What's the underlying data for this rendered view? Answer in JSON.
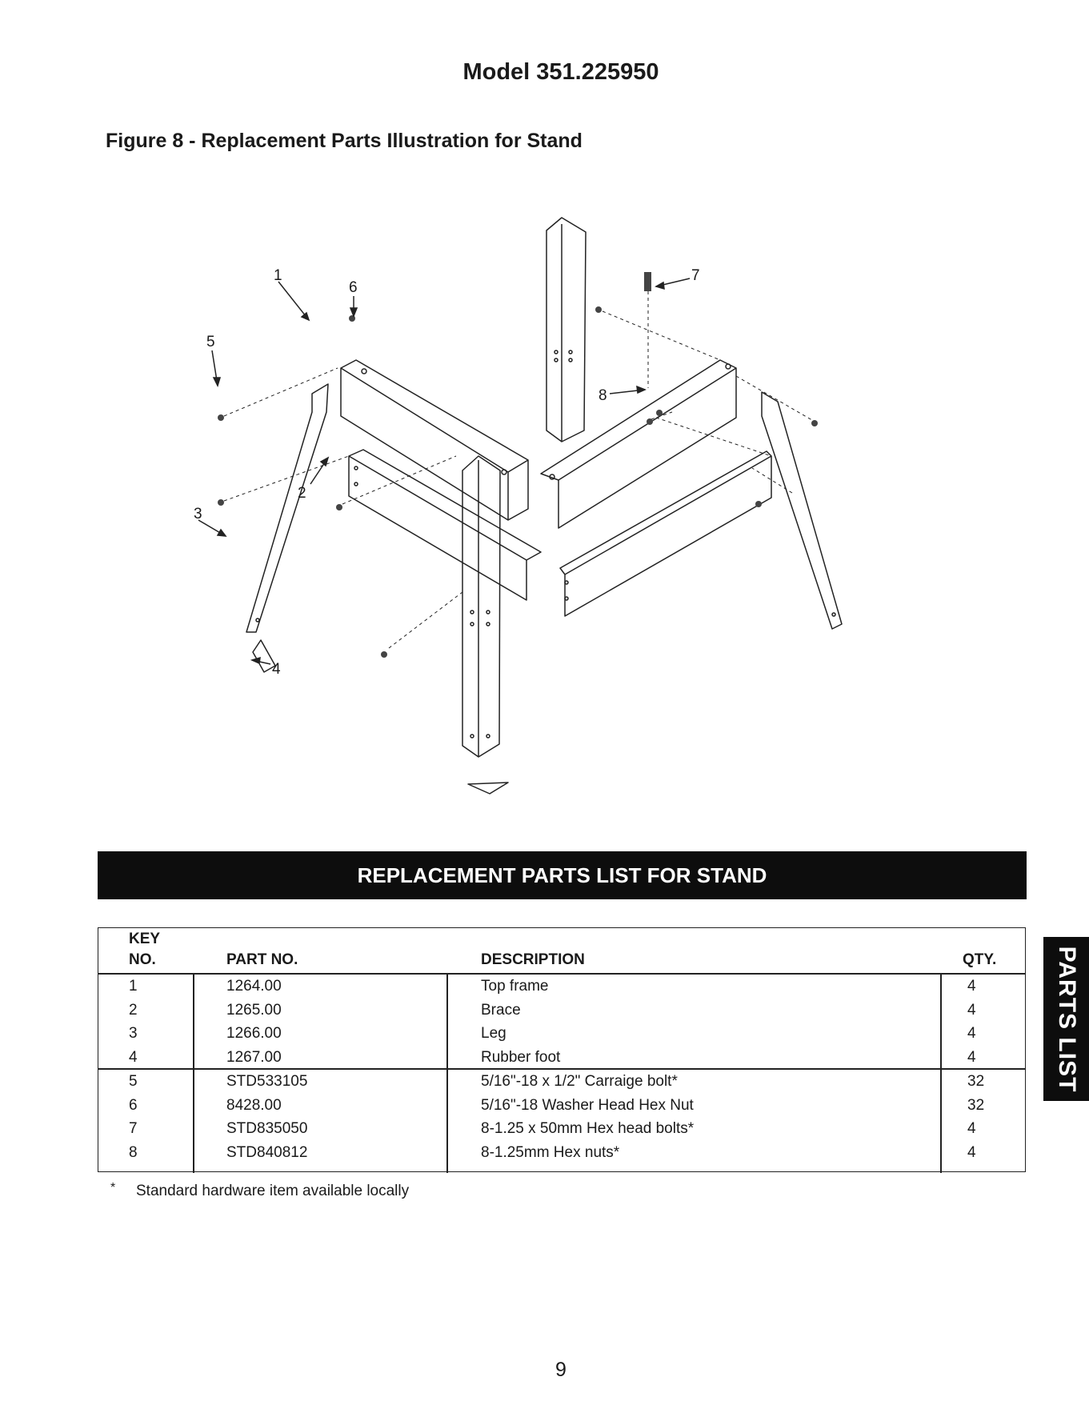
{
  "page": {
    "model_title": "Model 351.225950",
    "figure_title": "Figure 8 - Replacement Parts Illustration for Stand",
    "page_number": "9",
    "side_tab": "PARTS LIST"
  },
  "diagram": {
    "callouts": [
      "1",
      "6",
      "5",
      "7",
      "8",
      "2",
      "3",
      "4"
    ]
  },
  "parts_list": {
    "banner": "REPLACEMENT PARTS LIST FOR STAND",
    "headers": {
      "key_line1": "KEY",
      "key_line2": "NO.",
      "part_no": "PART NO.",
      "description": "DESCRIPTION",
      "qty": "QTY."
    },
    "rows": [
      {
        "key": "1",
        "part": "1264.00",
        "desc": "Top frame",
        "qty": "4"
      },
      {
        "key": "2",
        "part": "1265.00",
        "desc": "Brace",
        "qty": "4"
      },
      {
        "key": "3",
        "part": "1266.00",
        "desc": "Leg",
        "qty": "4"
      },
      {
        "key": "4",
        "part": "1267.00",
        "desc": "Rubber foot",
        "qty": "4"
      },
      {
        "key": "5",
        "part": "STD533105",
        "desc": "5/16\"-18 x 1/2\" Carraige bolt*",
        "qty": "32"
      },
      {
        "key": "6",
        "part": "8428.00",
        "desc": "5/16\"-18 Washer Head Hex Nut",
        "qty": "32"
      },
      {
        "key": "7",
        "part": "STD835050",
        "desc": "8-1.25 x 50mm Hex head bolts*",
        "qty": "4"
      },
      {
        "key": "8",
        "part": "STD840812",
        "desc": "8-1.25mm Hex nuts*",
        "qty": "4"
      }
    ],
    "footnote_mark": "*",
    "footnote": "Standard hardware item available locally"
  }
}
